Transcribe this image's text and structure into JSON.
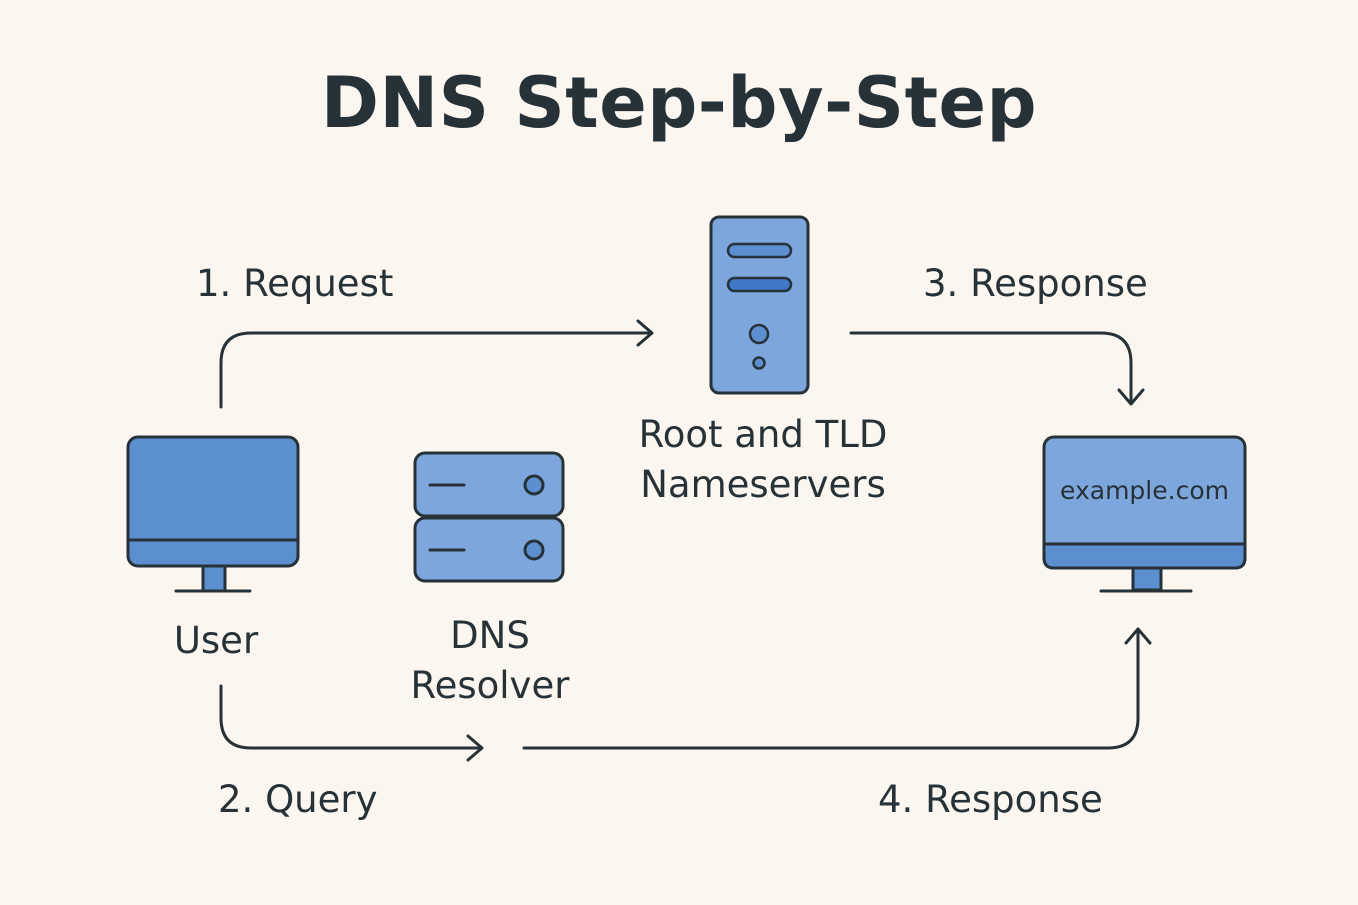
{
  "title": "DNS Step-by-Step",
  "nodes": {
    "user": {
      "label": "User",
      "icon": "desktop-monitor-icon"
    },
    "resolver": {
      "label_line1": "DNS",
      "label_line2": "Resolver",
      "icon": "server-stack-icon"
    },
    "root_tld": {
      "label_line1": "Root and TLD",
      "label_line2": "Nameservers",
      "icon": "server-tower-icon"
    },
    "website": {
      "screen_text": "example.com",
      "icon": "desktop-monitor-icon"
    }
  },
  "steps": [
    {
      "label": "1. Request"
    },
    {
      "label": "2. Query"
    },
    {
      "label": "3. Response"
    },
    {
      "label": "4. Response"
    }
  ],
  "colors": {
    "background": "#fbf7f0",
    "ink": "#263238",
    "device_fill": "#5b8fd0",
    "device_fill_light": "#7da7dc",
    "device_accent": "#3f78c6"
  }
}
